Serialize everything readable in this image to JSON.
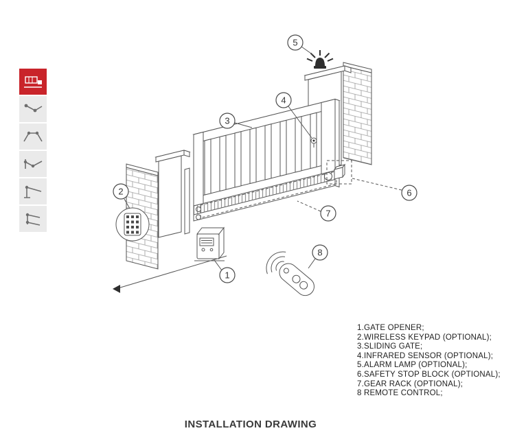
{
  "title": "INSTALLATION DRAWING",
  "colors": {
    "accent_red": "#c9242a",
    "line": "#555555",
    "brick": "#9a9a9a",
    "text": "#1e1e1e"
  },
  "sidebar": {
    "items": [
      {
        "icon": "sliding-gate-opener-icon",
        "active": true
      },
      {
        "icon": "swing-arm-opener-icon",
        "active": false
      },
      {
        "icon": "double-swing-opener-icon",
        "active": false
      },
      {
        "icon": "articulated-arm-opener-icon",
        "active": false
      },
      {
        "icon": "barrier-opener-icon",
        "active": false
      },
      {
        "icon": "rolling-door-opener-icon",
        "active": false
      }
    ]
  },
  "callouts": [
    {
      "number": "1",
      "label": "GATE OPENER"
    },
    {
      "number": "2",
      "label": "WIRELESS KEYPAD (OPTIONAL)"
    },
    {
      "number": "3",
      "label": "SLIDING GATE"
    },
    {
      "number": "4",
      "label": "INFRARED SENSOR (OPTIONAL)"
    },
    {
      "number": "5",
      "label": "ALARM LAMP (OPTIONAL)"
    },
    {
      "number": "6",
      "label": "SAFETY STOP BLOCK (OPTIONAL)"
    },
    {
      "number": "7",
      "label": "GEAR RACK (OPTIONAL)"
    },
    {
      "number": "8",
      "label": "REMOTE CONTROL"
    }
  ],
  "legend": {
    "items": [
      "1.GATE OPENER;",
      "2.WIRELESS KEYPAD (OPTIONAL);",
      "3.SLIDING GATE;",
      "4.INFRARED SENSOR (OPTIONAL);",
      "5.ALARM LAMP (OPTIONAL);",
      "6.SAFETY STOP BLOCK (OPTIONAL);",
      "7.GEAR RACK (OPTIONAL);",
      "8 REMOTE CONTROL;"
    ]
  }
}
